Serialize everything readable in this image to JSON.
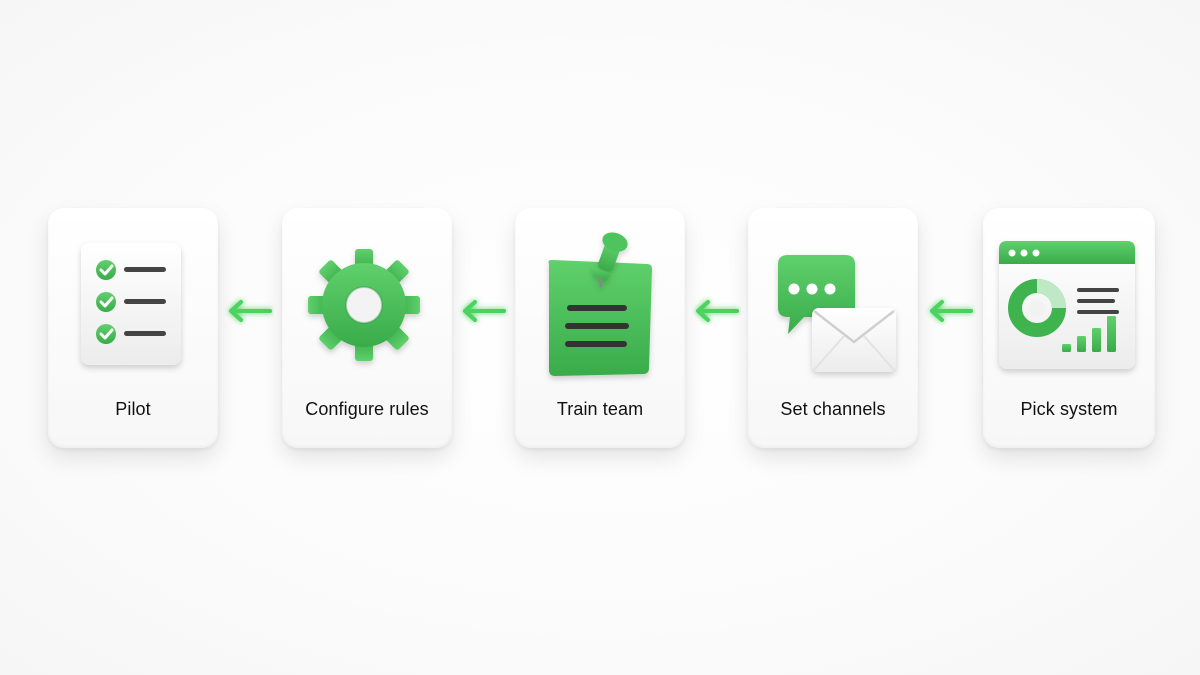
{
  "steps": [
    {
      "label": "Pilot",
      "icon": "checklist-icon"
    },
    {
      "label": "Configure rules",
      "icon": "gear-icon"
    },
    {
      "label": "Train team",
      "icon": "pinned-note-icon"
    },
    {
      "label": "Set channels",
      "icon": "chat-mail-icon"
    },
    {
      "label": "Pick system",
      "icon": "dashboard-icon"
    }
  ],
  "arrows": [
    "arrow-left-icon",
    "arrow-left-icon",
    "arrow-left-icon",
    "arrow-left-icon"
  ],
  "colors": {
    "accent": "#4cc35a",
    "accent_dark": "#3aa14a",
    "card": "#ffffff",
    "text": "#111111"
  }
}
